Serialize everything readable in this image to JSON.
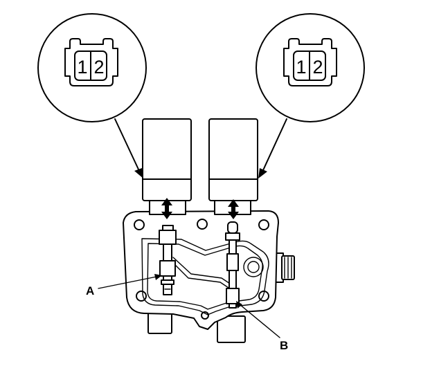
{
  "connectors": [
    {
      "pins": [
        "1",
        "2"
      ]
    },
    {
      "pins": [
        "1",
        "2"
      ]
    }
  ],
  "callouts": {
    "a": "A",
    "b": "B"
  }
}
